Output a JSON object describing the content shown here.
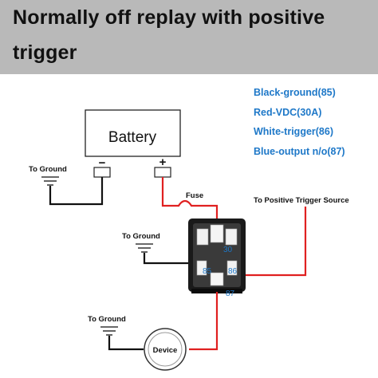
{
  "header": {
    "title_line1": "Normally off replay with positive",
    "title_line2": "trigger"
  },
  "legend": {
    "items": [
      "Black-ground(85)",
      "Red-VDC(30A)",
      "White-trigger(86)",
      "Blue-output n/o(87)"
    ],
    "color": "#1e78c8"
  },
  "battery": {
    "label": "Battery",
    "minus": "−",
    "plus": "+"
  },
  "labels": {
    "ground_battery": "To Ground",
    "ground_relay": "To Ground",
    "ground_device": "To Ground",
    "fuse": "Fuse",
    "trigger_source": "To Positive Trigger Source",
    "device": "Device"
  },
  "relay_pins": {
    "p30": "30",
    "p85": "85",
    "p86": "86",
    "p87": "87"
  },
  "colors": {
    "red_wire": "#e02020",
    "black_wire": "#111111",
    "header_bg": "#b9b9b9"
  }
}
